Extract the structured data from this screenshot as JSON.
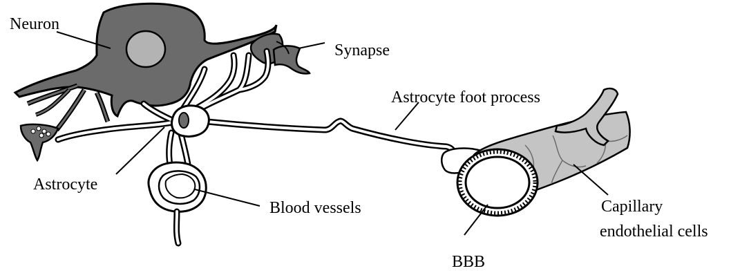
{
  "diagram": {
    "labels": {
      "neuron": "Neuron",
      "synapse": "Synapse",
      "astrocyte_foot_process": "Astrocyte foot process",
      "astrocyte": "Astrocyte",
      "blood_vessels": "Blood vessels",
      "capillary_line1": "Capillary",
      "capillary_line2": "endothelial cells",
      "bbb": "BBB"
    },
    "colors": {
      "ink": "#000000",
      "neuron_fill": "#6b6b6b",
      "nucleus_fill": "#b3b3b3",
      "capillary_fill": "#c4c4c4",
      "background": "#ffffff"
    }
  }
}
